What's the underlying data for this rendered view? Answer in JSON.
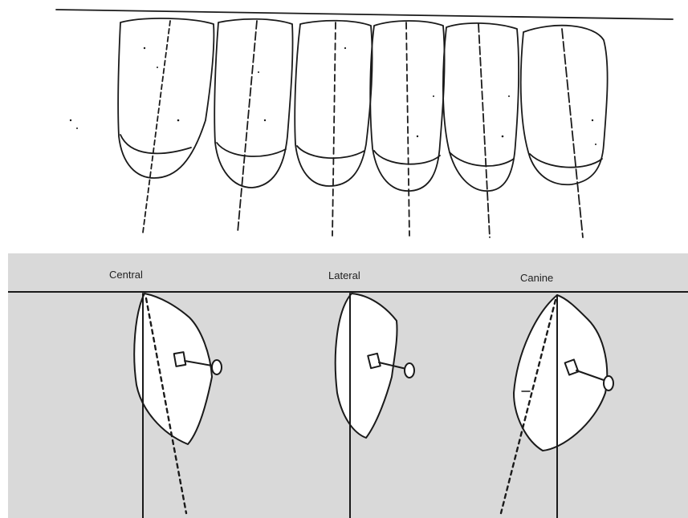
{
  "figure": {
    "colors": {
      "ink": "#1a1a1a",
      "panel_background": "#d9d9d9",
      "tooth_fill": "#ffffff"
    },
    "top_panel": {
      "content": "front view of six upper anterior teeth with long-axis lines"
    },
    "bottom_panel": {
      "labels": {
        "central": "Central",
        "lateral": "Lateral",
        "canine": "Canine"
      }
    }
  }
}
